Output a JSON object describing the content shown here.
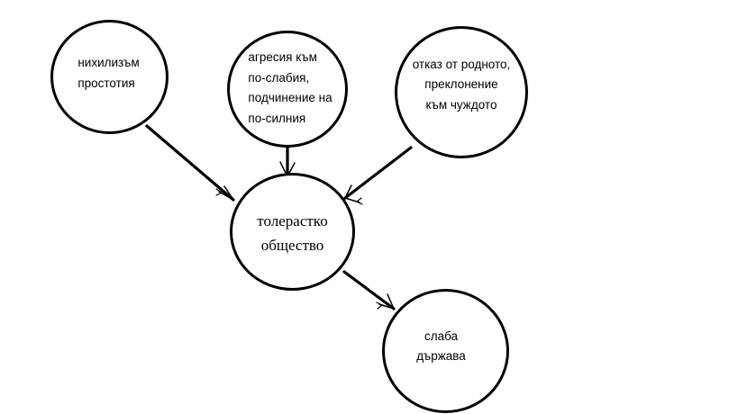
{
  "diagram": {
    "type": "concept-map",
    "background_color": "#ffffff",
    "stroke_color": "#000000",
    "nodes": [
      {
        "id": "nihilism",
        "label": "нихилизъм\nпростотия",
        "shape": "circle",
        "align": "left",
        "font": "sans"
      },
      {
        "id": "aggression",
        "label": "агресия към\nпо-слабия,\nподчинение на\nпо-силния",
        "shape": "circle",
        "align": "left",
        "font": "sans"
      },
      {
        "id": "rejection",
        "label": "отказ от родното,\nпреклонение\nкъм чуждото",
        "shape": "circle",
        "align": "center",
        "font": "sans"
      },
      {
        "id": "society",
        "label": "толерастко\nобщество",
        "shape": "circle",
        "align": "center",
        "font": "serif"
      },
      {
        "id": "weakstate",
        "label": "слаба\nдържава",
        "shape": "circle",
        "align": "center",
        "font": "sans"
      }
    ],
    "edges": [
      {
        "id": "edge-nihilism-society",
        "from": "nihilism",
        "to": "society",
        "arrow": "end"
      },
      {
        "id": "edge-aggression-society",
        "from": "aggression",
        "to": "society",
        "arrow": "end"
      },
      {
        "id": "edge-rejection-society",
        "from": "rejection",
        "to": "society",
        "arrow": "end"
      },
      {
        "id": "edge-society-weakstate",
        "from": "society",
        "to": "weakstate",
        "arrow": "end"
      }
    ]
  }
}
